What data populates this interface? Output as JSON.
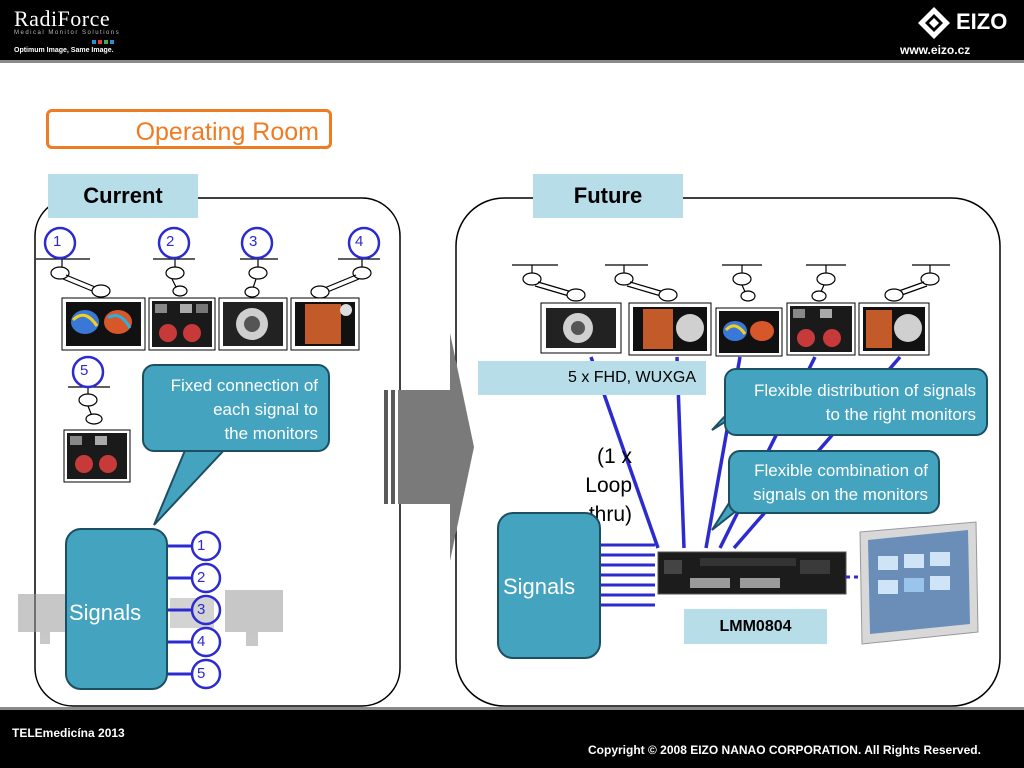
{
  "header": {
    "brand_name": "RadiForce",
    "brand_subtitle": "Medical Monitor Solutions",
    "brand_tagline": "Optimum Image, Same Image.",
    "logo_text": "EIZO",
    "website": "www.eizo.cz"
  },
  "footer": {
    "event": "TELEmedicína 2013",
    "copyright": "Copyright © 2008 EIZO NANAO CORPORATION. All Rights Reserved."
  },
  "title": "Operating Room",
  "current": {
    "label": "Current",
    "monitor_numbers": [
      "1",
      "2",
      "3",
      "4",
      "5"
    ],
    "callout": [
      "Fixed connection of",
      "each signal to",
      "the monitors"
    ],
    "signals_label": "Signals",
    "signal_numbers": [
      "1",
      "2",
      "3",
      "4",
      "5"
    ]
  },
  "future": {
    "label": "Future",
    "fhd_label": "5 x FHD, WUXGA",
    "loop_label": [
      "(1 x",
      "Loop",
      "thru)"
    ],
    "callout_distribution": [
      "Flexible distribution of signals",
      "to the right monitors"
    ],
    "callout_combination": [
      "Flexible combination of",
      "signals on the monitors"
    ],
    "signals_label": "Signals",
    "device_label": "LMM0804"
  },
  "colors": {
    "accent_orange": "#ef7b22",
    "teal": "#44a3bf",
    "light_blue": "#b7dde8",
    "line_blue": "#2b2bd0"
  }
}
